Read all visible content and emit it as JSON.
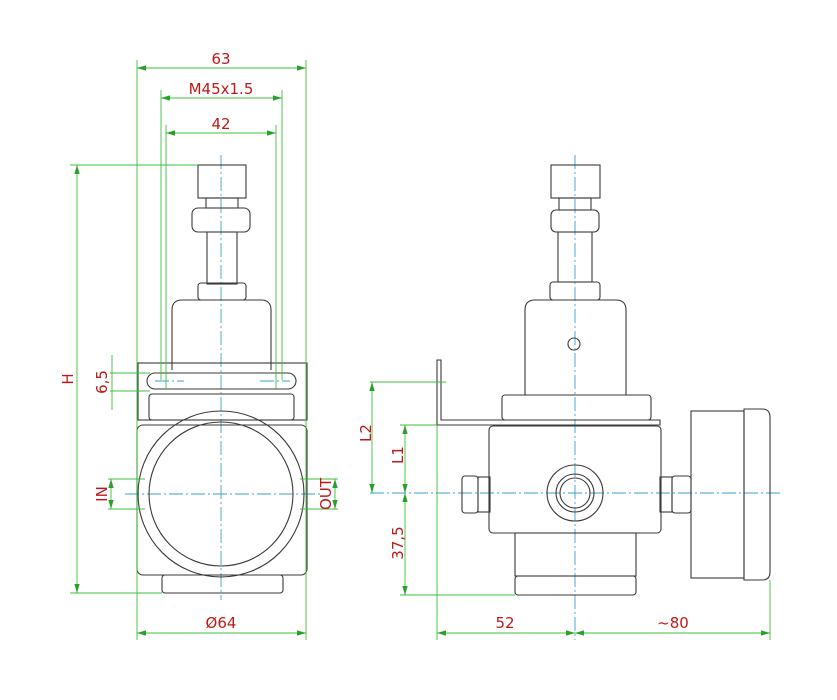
{
  "colors": {
    "outline": "#3a3a3a",
    "centerline": "#3aa0d0",
    "dimension": "#3cc03c",
    "label": "#c01818"
  },
  "front_view": {
    "dim_overall_width": "63",
    "dim_thread": "M45x1.5",
    "dim_inner_width": "42",
    "dim_height": "H",
    "dim_slot": "6,5",
    "port_in": "IN",
    "port_out": "OUT",
    "dim_diameter": "Ø64"
  },
  "side_view": {
    "dim_l2": "L2",
    "dim_l1": "L1",
    "dim_lower": "37,5",
    "dim_left": "52",
    "dim_gauge": "~80"
  }
}
